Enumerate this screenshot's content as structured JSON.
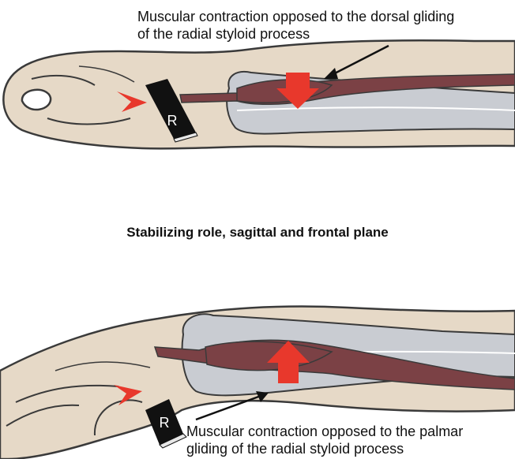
{
  "top_caption": {
    "line1": "Muscular contraction opposed to the dorsal gliding",
    "line2": "of the radial styloid process"
  },
  "middle_label": "Stabilizing role, sagittal and frontal plane",
  "bottom_caption": {
    "line1": "Muscular contraction opposed to the palmar",
    "line2": "gliding of the radial styloid process"
  },
  "block_label_top": "R",
  "block_label_bottom": "R",
  "colors": {
    "skin": "#e6d9c7",
    "skin_outline": "#3a3a3a",
    "muscle": "#7b4145",
    "bone": "#c9ccd2",
    "arrow_red": "#e8382c",
    "block": "#111111"
  }
}
